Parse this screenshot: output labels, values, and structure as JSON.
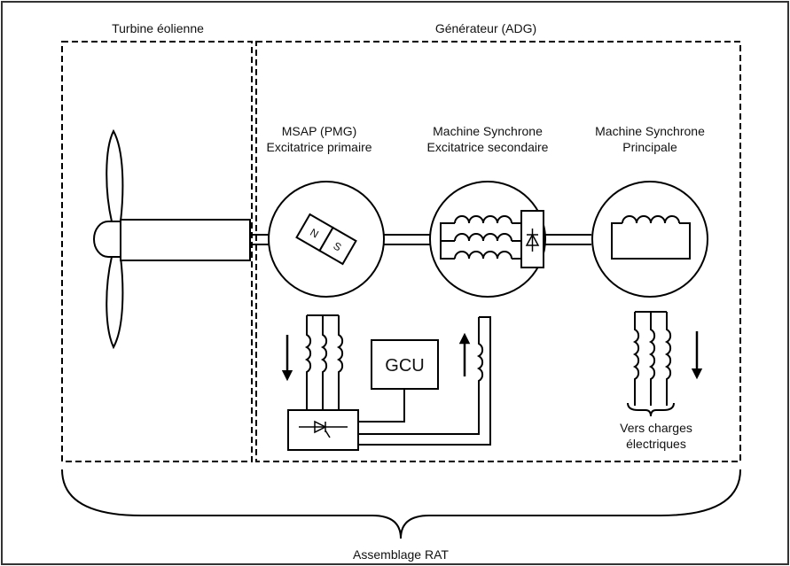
{
  "labels": {
    "turbine": "Turbine éolienne",
    "generator": "Générateur (ADG)",
    "pmg_line1": "MSAP (PMG)",
    "pmg_line2": "Excitatrice primaire",
    "secondary_line1": "Machine Synchrone",
    "secondary_line2": "Excitatrice secondaire",
    "main_line1": "Machine Synchrone",
    "main_line2": "Principale",
    "gcu": "GCU",
    "loads_line1": "Vers charges",
    "loads_line2": "électriques",
    "assembly": "Assemblage RAT",
    "magnet_n": "N",
    "magnet_s": "S"
  },
  "colors": {
    "line": "#000000",
    "background": "#ffffff",
    "frame": "#333333"
  }
}
